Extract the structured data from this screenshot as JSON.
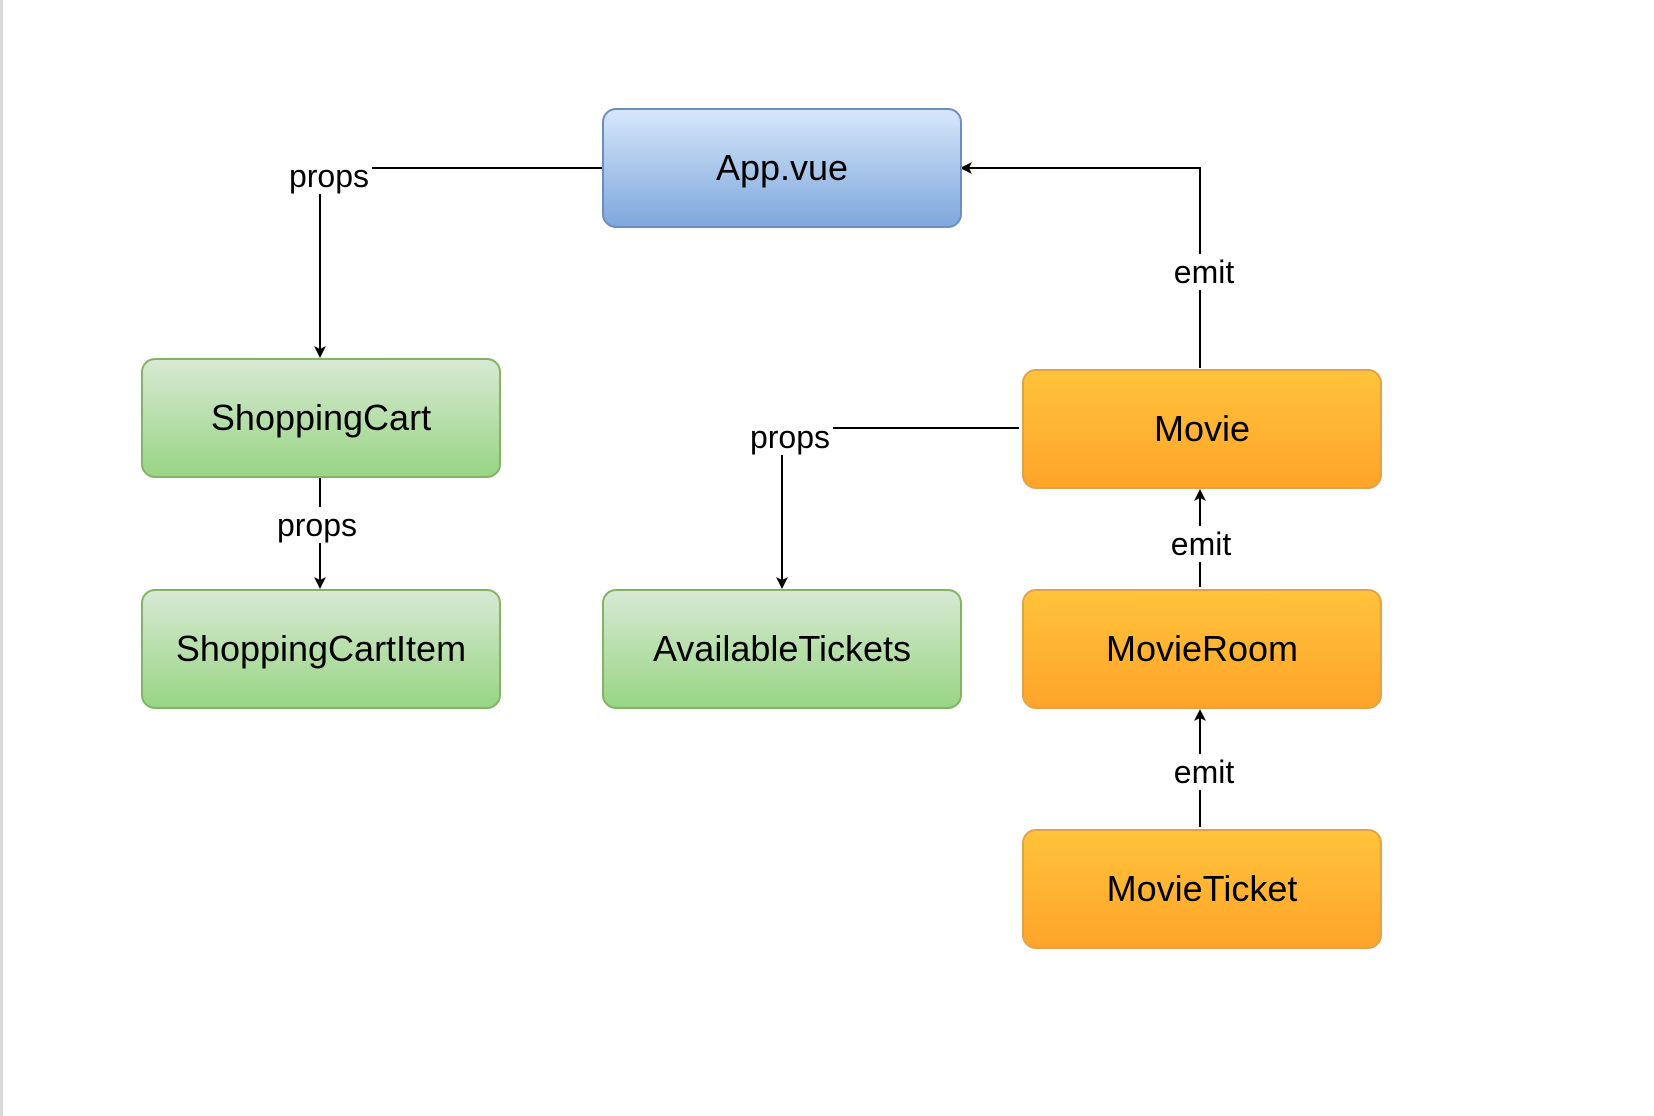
{
  "nodes": {
    "app": "App.vue",
    "shopping_cart": "ShoppingCart",
    "shopping_cart_item": "ShoppingCartItem",
    "available_tickets": "AvailableTickets",
    "movie": "Movie",
    "movie_room": "MovieRoom",
    "movie_ticket": "MovieTicket"
  },
  "edges": {
    "app_to_shopping_cart": "props",
    "shopping_cart_to_item": "props",
    "movie_to_available_tickets": "props",
    "movie_to_app": "emit",
    "movie_room_to_movie": "emit",
    "movie_ticket_to_movie_room": "emit"
  },
  "colors": {
    "blue_fill": "#7ea8dc",
    "green_fill": "#98d584",
    "orange_fill": "#ffa42a"
  }
}
